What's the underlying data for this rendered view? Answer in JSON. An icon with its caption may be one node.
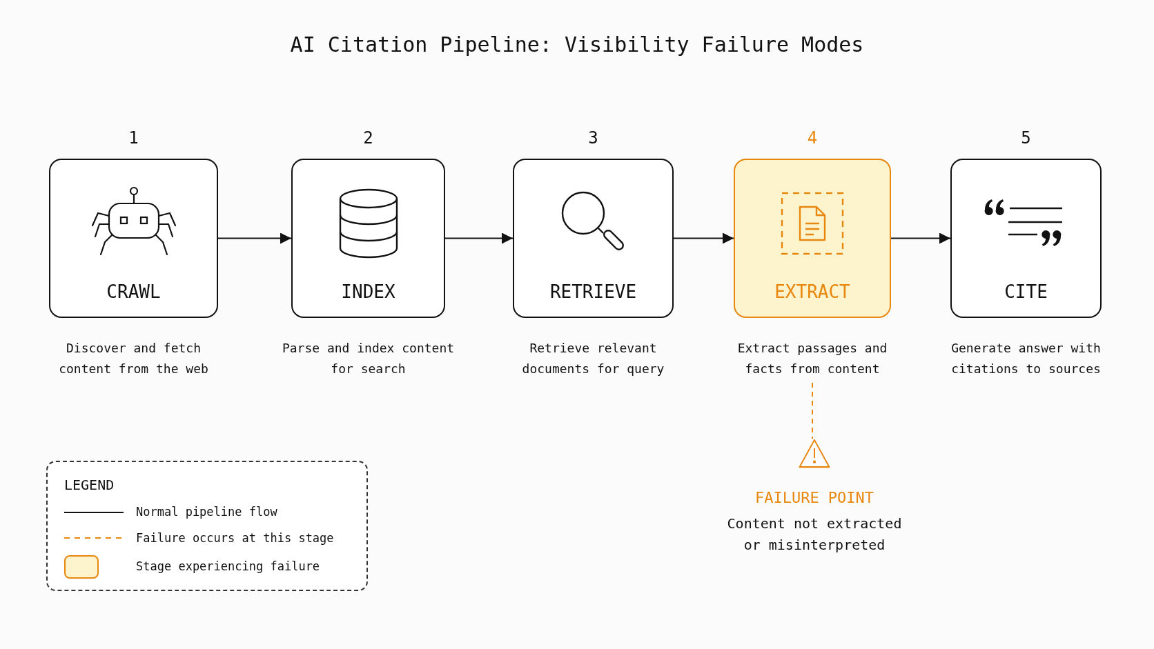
{
  "diagram": {
    "title": "AI Citation Pipeline: Visibility Failure Modes",
    "nodes": [
      {
        "text": [
          "1",
          "CRAWL"
        ],
        "beside": [
          "Discover and fetch content from the web"
        ]
      },
      {
        "text": [
          "2",
          "INDEX"
        ],
        "beside": [
          "Parse and index content for search"
        ]
      },
      {
        "text": [
          "3",
          "RETRIEVE"
        ],
        "beside": [
          "Retrieve relevant documents for query"
        ]
      },
      {
        "text": [
          "4",
          "EXTRACT"
        ],
        "beside": [
          "Extract passages and facts from content"
        ]
      },
      {
        "text": [
          "5",
          "CITE"
        ],
        "beside": [
          "Generate answer with citations to sources"
        ]
      },
      {
        "text": [
          "FAILURE POINT",
          "Content not extracted or misinterpreted"
        ]
      }
    ],
    "edges": [
      {
        "from": 0,
        "to": 1,
        "arrow": "to"
      },
      {
        "from": 1,
        "to": 2,
        "arrow": "to"
      },
      {
        "from": 2,
        "to": 3,
        "arrow": "to"
      },
      {
        "from": 3,
        "to": 4,
        "arrow": "to"
      },
      {
        "from": 3,
        "to": 5,
        "arrow": "none",
        "style": "dashed",
        "color": "#e8870e"
      }
    ],
    "labels": [
      "LEGEND"
    ],
    "legend": [
      {
        "text": "Normal pipeline flow"
      },
      {
        "text": "Failure occurs at this stage"
      },
      {
        "text": "Stage experiencing failure",
        "color": "#fdf3cc"
      }
    ]
  }
}
